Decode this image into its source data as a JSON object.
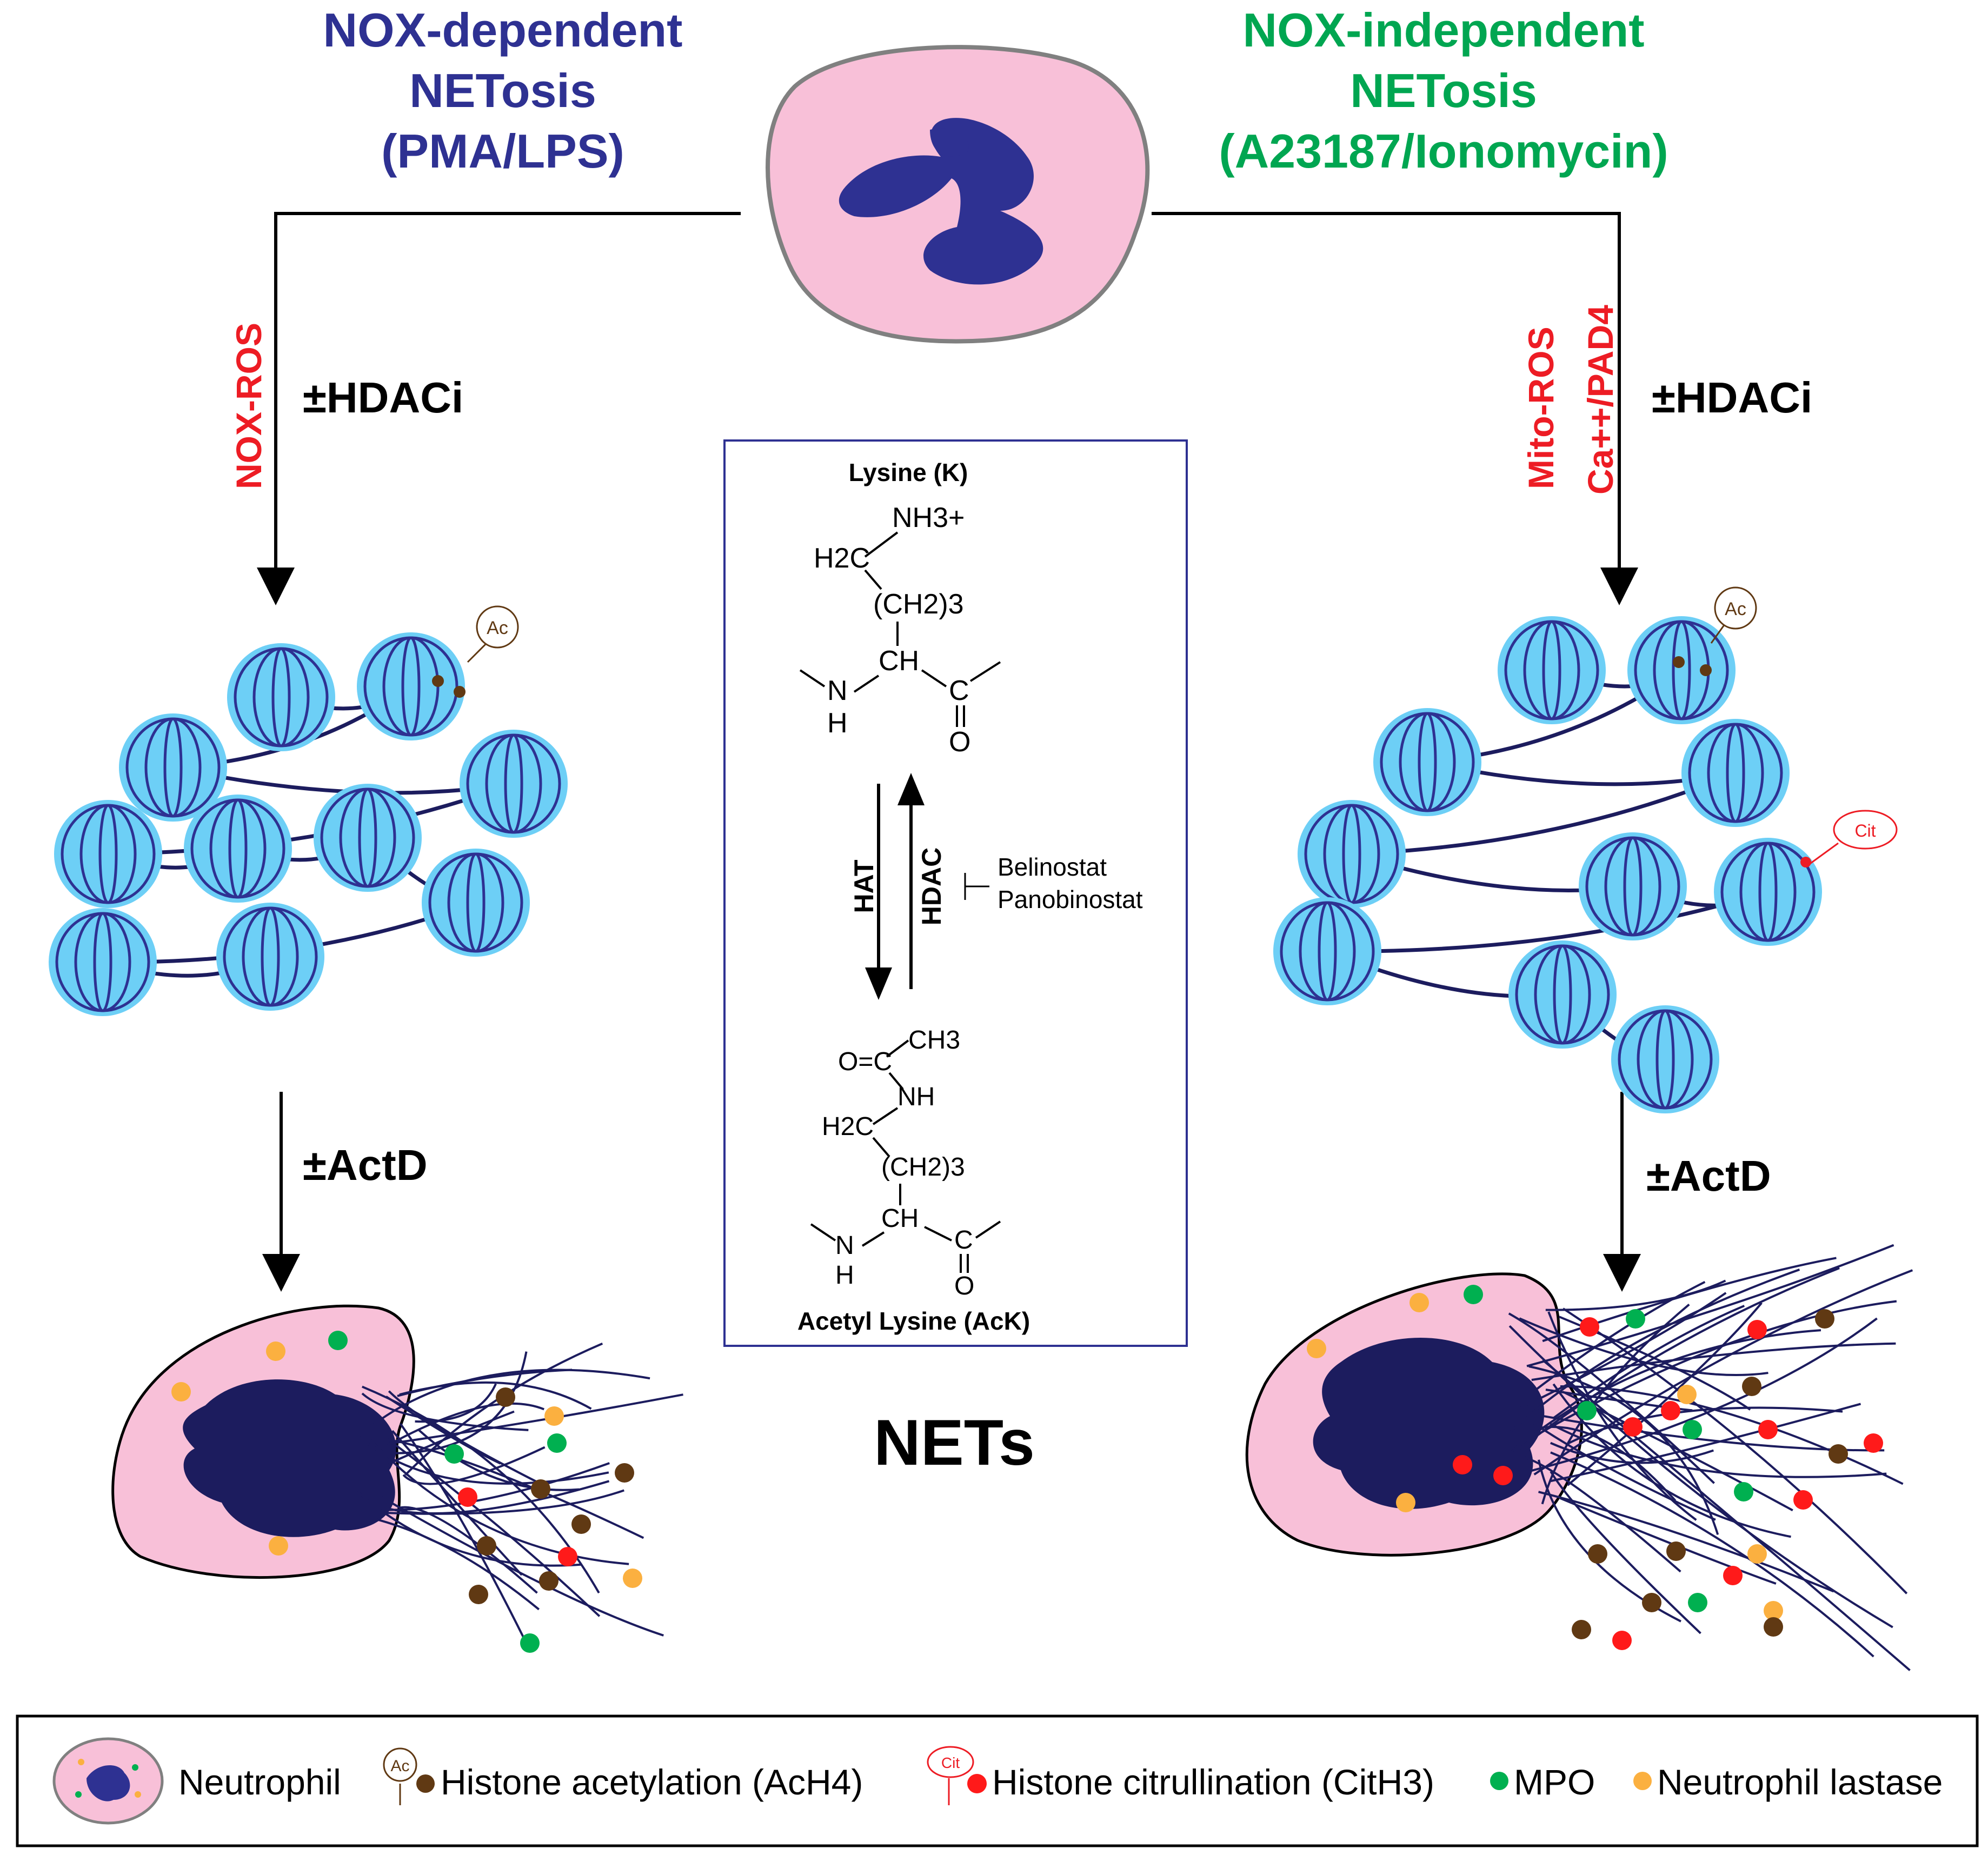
{
  "left_title": [
    "NOX-dependent",
    "NETosis",
    "(PMA/LPS)"
  ],
  "right_title": [
    "NOX-independent",
    "NETosis",
    "(A23187/Ionomycin)"
  ],
  "left_pathway_label": "NOX-ROS",
  "right_pathway_labels": [
    "Mito-ROS",
    "Ca++/PAD4"
  ],
  "hdaci_label": "±HDACi",
  "actd_label": "±ActD",
  "mod_tags": {
    "acetyl": "Ac",
    "citrulline": "Cit"
  },
  "center_box": {
    "top_title": "Lysine (K)",
    "bottom_title": "Acetyl Lysine (AcK)",
    "forward_enzyme": "HAT",
    "reverse_enzyme": "HDAC",
    "inhibitors": [
      "Belinostat",
      "Panobinostat"
    ],
    "lysine_groups": {
      "amine": "NH3+",
      "ch2": "H2C",
      "chain": "(CH2)3",
      "ch": "CH",
      "nh": "N",
      "h": "H",
      "c": "C",
      "o": "O"
    },
    "acetyl_groups": {
      "ch3": "CH3",
      "oc": "O=C",
      "nh": "NH",
      "ch2": "H2C",
      "chain": "(CH2)3",
      "ch": "CH",
      "n": "N",
      "h": "H",
      "c": "C",
      "o": "O"
    }
  },
  "nets_label": "NETs",
  "legend": {
    "neutrophil": "Neutrophil",
    "acetylation": "Histone acetylation (AcH4)",
    "citrullination": "Histone citrullination (CitH3)",
    "mpo": "MPO",
    "elastase": "Neutrophil lastase"
  },
  "colors": {
    "dark_blue": "#2e3192",
    "green": "#00a651",
    "red": "#ed1c24",
    "nucleosome": "#6dcff6",
    "cell_pink": "#f8c0d8",
    "orange": "#fbb040",
    "brown": "#603913",
    "mpo_green": "#00b050",
    "cit_red": "#ff1a1a"
  }
}
